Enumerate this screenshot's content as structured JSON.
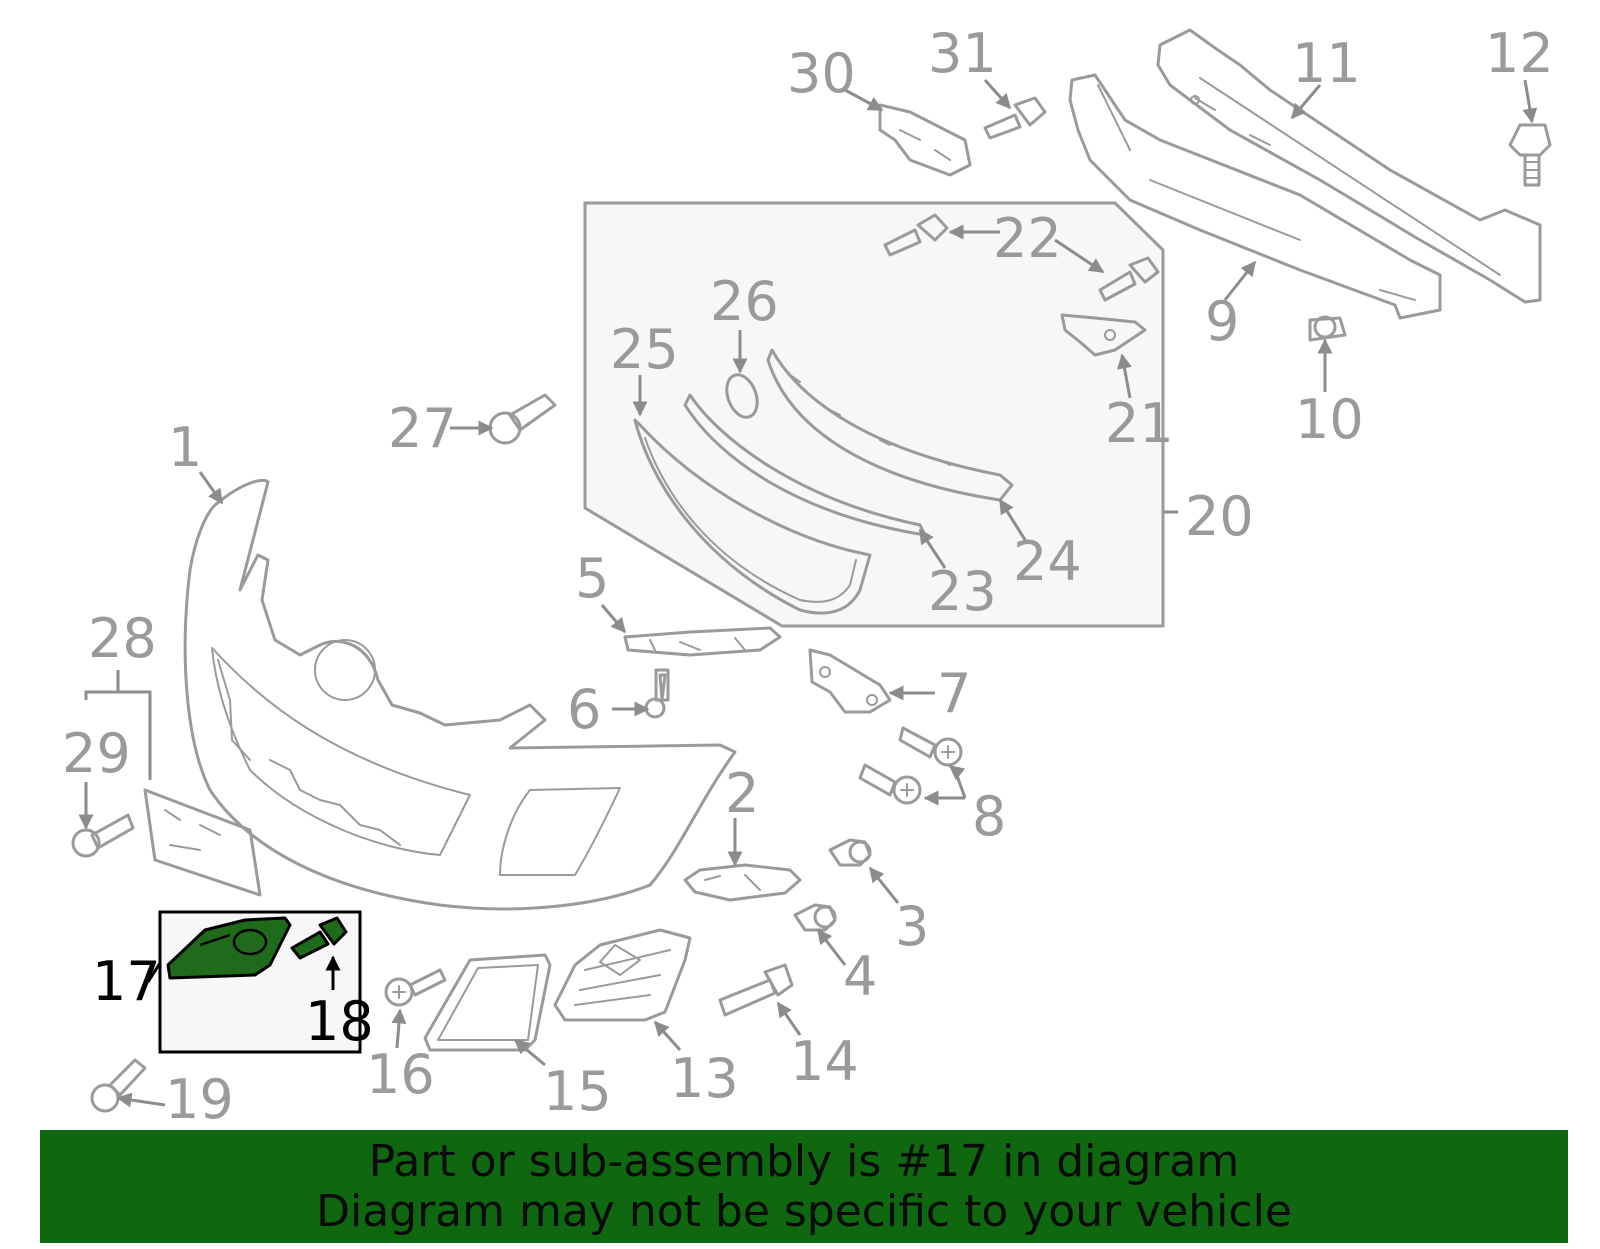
{
  "callouts": {
    "c1": "1",
    "c2": "2",
    "c3": "3",
    "c4": "4",
    "c5": "5",
    "c6": "6",
    "c7": "7",
    "c8": "8",
    "c9": "9",
    "c10": "10",
    "c11": "11",
    "c12": "12",
    "c13": "13",
    "c14": "14",
    "c15": "15",
    "c16": "16",
    "c17": "17",
    "c18": "18",
    "c19": "19",
    "c20": "20",
    "c21": "21",
    "c22": "22",
    "c23": "23",
    "c24": "24",
    "c25": "25",
    "c26": "26",
    "c27": "27",
    "c28": "28",
    "c29": "29",
    "c30": "30",
    "c31": "31"
  },
  "highlight": {
    "part_number": "17",
    "color": "#1f6b1b"
  },
  "banner": {
    "line1": "Part or sub-assembly is #17 in diagram",
    "line2": "Diagram may not be specific to your vehicle",
    "color": "#0f670f"
  }
}
